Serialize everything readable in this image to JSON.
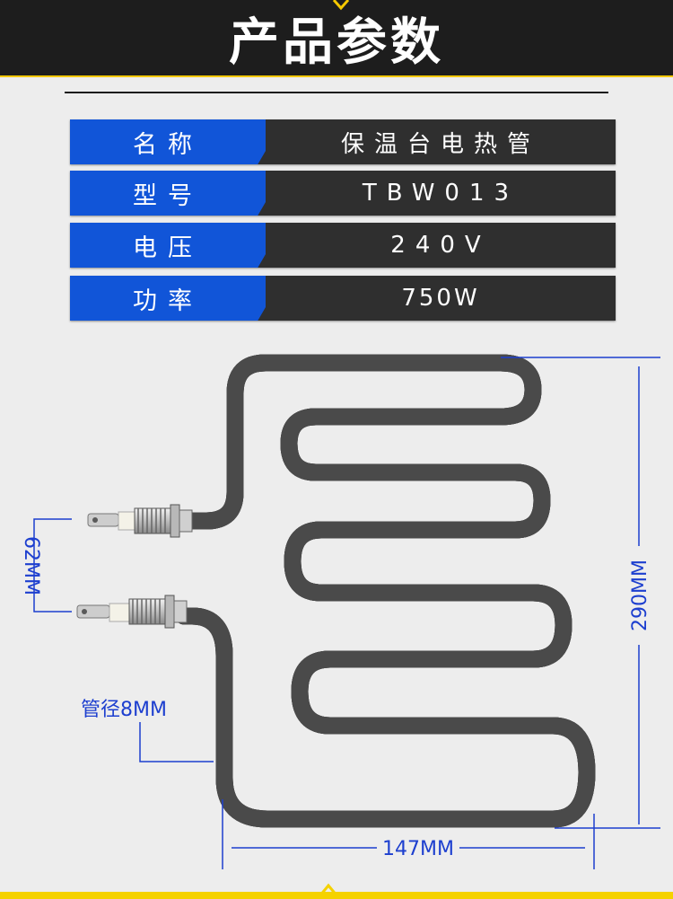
{
  "header": {
    "title": "产品参数"
  },
  "specs": [
    {
      "label": "名称",
      "value": "保温台电热管"
    },
    {
      "label": "型号",
      "value": "TBW013"
    },
    {
      "label": "电压",
      "value": "240V"
    },
    {
      "label": "功率",
      "value": "750W"
    }
  ],
  "dimensions": {
    "terminal_spacing": "62MM",
    "height": "290MM",
    "width": "147MM",
    "tube_diameter": "管径8MM"
  },
  "colors": {
    "header_bg": "#1d1d1d",
    "accent_yellow": "#f5c800",
    "label_blue": "#1155d8",
    "value_bg": "#2f2f2f",
    "dimension_blue": "#1d3fcf"
  }
}
